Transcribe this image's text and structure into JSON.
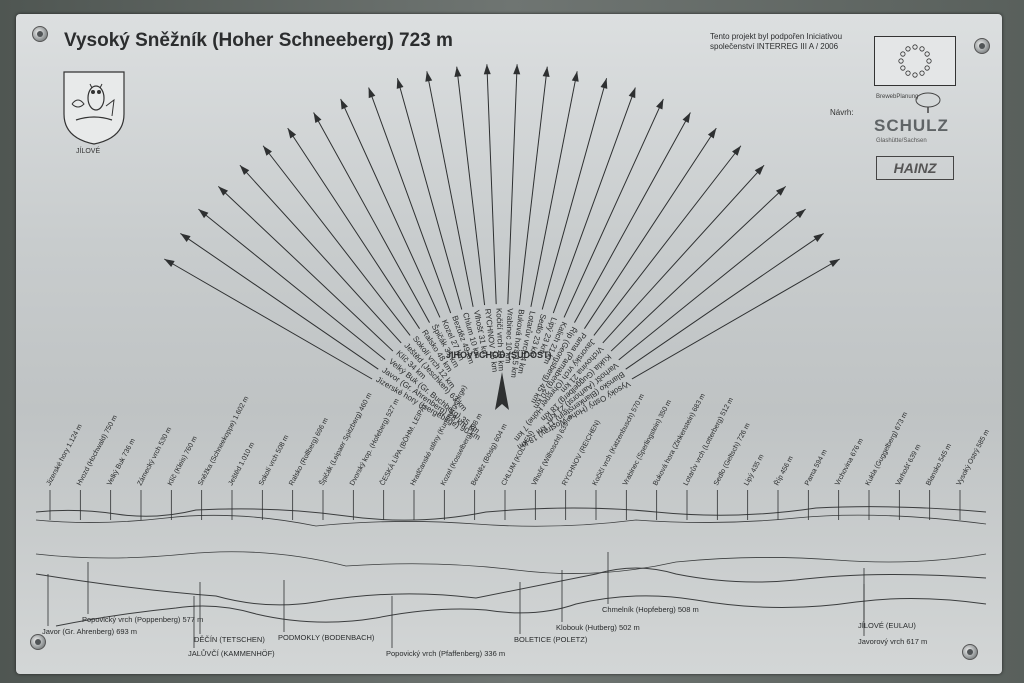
{
  "plate": {
    "title": "Vysoký Sněžník (Hoher Schneeberg) 723 m",
    "project_line1": "Tento projekt byl podpořen Iniciativou",
    "project_line2": "společenství  INTERREG III A / 2006",
    "designer_label": "Návrh:",
    "designer_tag": "BrewebPlanung",
    "designer_name": "SCHULZ",
    "designer_sub": "Glashütte/Sachsen",
    "maker_name": "HAINZ",
    "town_label": "JÍLOVÉ",
    "direction": "JIHOVÝCHOD (SÜDOST)",
    "icons": [
      "owl-crest-icon",
      "eu-flag-icon",
      "tree-icon",
      "compass-arrow-icon"
    ]
  },
  "distant_peaks": [
    {
      "label": "Jizerské hory (Isergebirge)",
      "dist": "90 km"
    },
    {
      "label": "Javor (Gr. Ahrenberg)",
      "dist": "28 km"
    },
    {
      "label": "Velký Buk (Gr. Buchberg)",
      "dist": "35 km"
    },
    {
      "label": "Klíč",
      "dist": "34 km"
    },
    {
      "label": "Ještěd (Jeschken)",
      "dist": "63 km"
    },
    {
      "label": "Sokolí vrch",
      "dist": "12 km"
    },
    {
      "label": "Ralsko",
      "dist": "48 km"
    },
    {
      "label": "Špičák",
      "dist": "31 km"
    },
    {
      "label": "Kozel",
      "dist": "27 km"
    },
    {
      "label": "Bezděz",
      "dist": "49 km"
    },
    {
      "label": "Chlum",
      "dist": "10 km"
    },
    {
      "label": "Vlhošť",
      "dist": "31 km"
    },
    {
      "label": "RYCHNOV",
      "dist": "15 km"
    },
    {
      "label": "Kočičí vrch",
      "dist": "15 km"
    },
    {
      "label": "Vrabinec",
      "dist": "10 km"
    },
    {
      "label": "Buková hora",
      "dist": "15 km"
    },
    {
      "label": "Lotarův vrch",
      "dist": "4 km"
    },
    {
      "label": "Sedlo",
      "dist": "23 km"
    },
    {
      "label": "Lipý",
      "dist": "23 km"
    },
    {
      "label": "Kalich",
      "dist": "21 km"
    },
    {
      "label": "Říp (Georgsberg)",
      "dist": "45 km"
    },
    {
      "label": "Pama (Pamaberg)",
      "dist": "20 km"
    },
    {
      "label": "Javorský vrch (Ohrener Höhe)",
      "dist": "7 km"
    },
    {
      "label": "Vrchovina",
      "dist": "21 km"
    },
    {
      "label": "Kukla (Guggelberg)",
      "dist": "18 km"
    },
    {
      "label": "Varhošť (Aarhorst)",
      "dist": "21 km"
    },
    {
      "label": "Blansko (Blankenstein)",
      "dist": "11 km"
    },
    {
      "label": "Vysoký Ostrý (Hohe Wostray)",
      "dist": "18 km"
    }
  ],
  "profile_peaks": [
    "Jizerské hory 1.124 m",
    "Hvozd (Hochwald) 750 m",
    "Velký Buk 736 m",
    "Zámecký vrch 530 m",
    "Klíč (Kleis) 760 m",
    "Sněžka (Schneekoppe) 1.602 m",
    "Ještěd 1.010 m",
    "Sokolí vrch 508 m",
    "Ralsko (Rollberg) 696 m",
    "Špičák (Leipaer Spitzberg) 460 m",
    "Dvorský kop. (Hofeberg) 527 m",
    "ČESKÁ LÍPA (BÖHM. LEIPA)",
    "Hradčanské stěny (Kummergebirge)",
    "Kozel (Kosselberg) 598 m",
    "Bezděz (Bösig) 604 m",
    "CHLUM (KOLMEN)",
    "Vlhošť (Wilhoscht) 639 m",
    "RYCHNOV (REICHEN)",
    "Kočičí vrch (Katzenbusch) 570 m",
    "Vrabinec (Sperlingstein) 350 m",
    "Buková hora (Zinkenstein) 683 m",
    "Lotarův vrch (Lotterberg) 512 m",
    "Sedlo (Geltsch) 726 m",
    "Lipý 435 m",
    "Říp 456 m",
    "Pama 594 m",
    "Vrchovina 676 m",
    "Kukla (Guggelberg) 673 m",
    "Varhošť 639 m",
    "Blansko 545 m",
    "Vysoký Ostrý 585 m"
  ],
  "foreground_labels": [
    "Javor (Gr. Ahrenberg) 693 m",
    "Popovický vrch (Poppenberg) 577 m",
    "DĚČÍN (TETSCHEN)",
    "JALŮVČÍ (KAMMENHÖF)",
    "PODMOKLY (BODENBACH)",
    "Popovický vrch (Pfaffenberg) 336 m",
    "BOLETICE (POLETZ)",
    "Klobouk (Hutberg) 502 m",
    "Chmelník (Hopfeberg) 508 m",
    "JÍLOVÉ (EULAU)",
    "Javorový vrch 617 m"
  ]
}
